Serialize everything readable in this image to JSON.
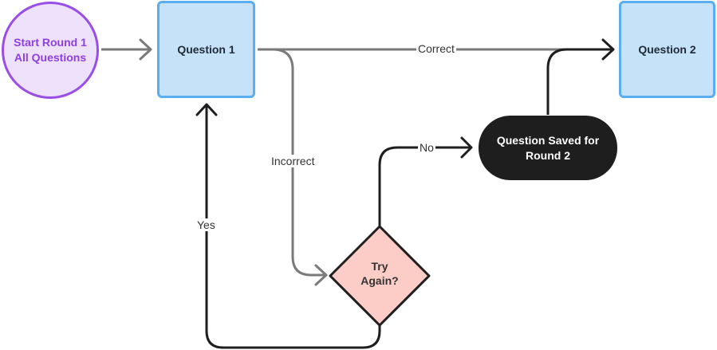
{
  "nodes": {
    "start": "Start Round 1\nAll Questions",
    "question1": "Question 1",
    "question2": "Question 2",
    "saved": "Question Saved for\nRound 2",
    "try_again": "Try\nAgain?"
  },
  "edge_labels": {
    "correct": "Correct",
    "incorrect": "Incorrect",
    "yes": "Yes",
    "no": "No"
  },
  "colors": {
    "start_fill": "#ede1fb",
    "start_border": "#9a4ee6",
    "question_fill": "#c5e2f8",
    "question_border": "#5aaef0",
    "decision_fill": "#fccdc6",
    "saved_fill": "#1e1e1e",
    "arrow_gray": "#7a7a7a",
    "arrow_black": "#1e1e1e"
  }
}
